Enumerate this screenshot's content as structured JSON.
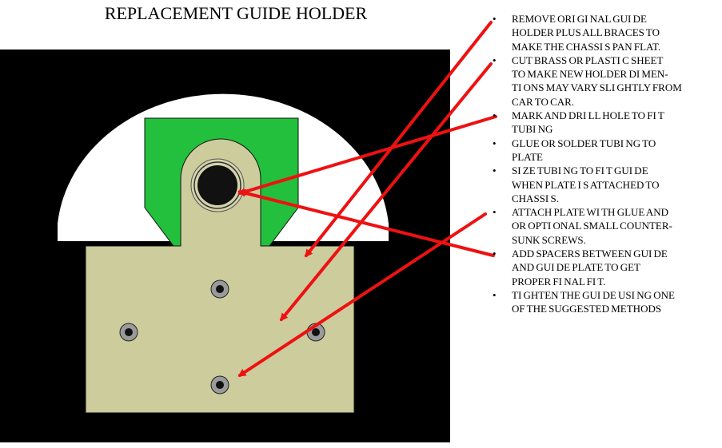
{
  "title": "REPLACEMENT GUIDE HOLDER",
  "colors": {
    "background": "#000000",
    "dome": "#ffffff",
    "green_plate": "#22c03c",
    "brass_plate": "#cccc9c",
    "tube_hole": "#111111",
    "arrow": "#ee1111"
  },
  "instructions": [
    "REMOVE ORI GI NAL GUI DE\nHOLDER PLUS ALL BRACES TO\nMAKE THE CHASSI S PAN FLAT.",
    "CUT BRASS OR PLASTI C SHEET\nTO MAKE NEW HOLDER DI MEN-\nTI ONS MAY VARY SLI GHTLY FROM\nCAR TO CAR.",
    "MARK AND DRI LL HOLE TO FI T\nTUBI NG",
    "GLUE OR SOLDER TUBI NG TO\nPLATE",
    "SI ZE TUBI NG TO FI T GUI DE\nWHEN PLATE I S ATTACHED TO\nCHASSI S.",
    "ATTACH PLATE WI TH GLUE AND\nOR OPTI ONAL SMALL COUNTER-\nSUNK SCREWS.",
    "ADD SPACERS BETWEEN GUI DE\nAND GUI DE PLATE TO GET\nPROPER FI NAL FI T.",
    "TI GHTEN THE GUI DE USI NG ONE\nOF THE SUGGESTED METHODS"
  ],
  "icons": {
    "arrows": "red-arrow-icon",
    "screws": "screw-icon",
    "tube": "tube-hole-icon"
  }
}
